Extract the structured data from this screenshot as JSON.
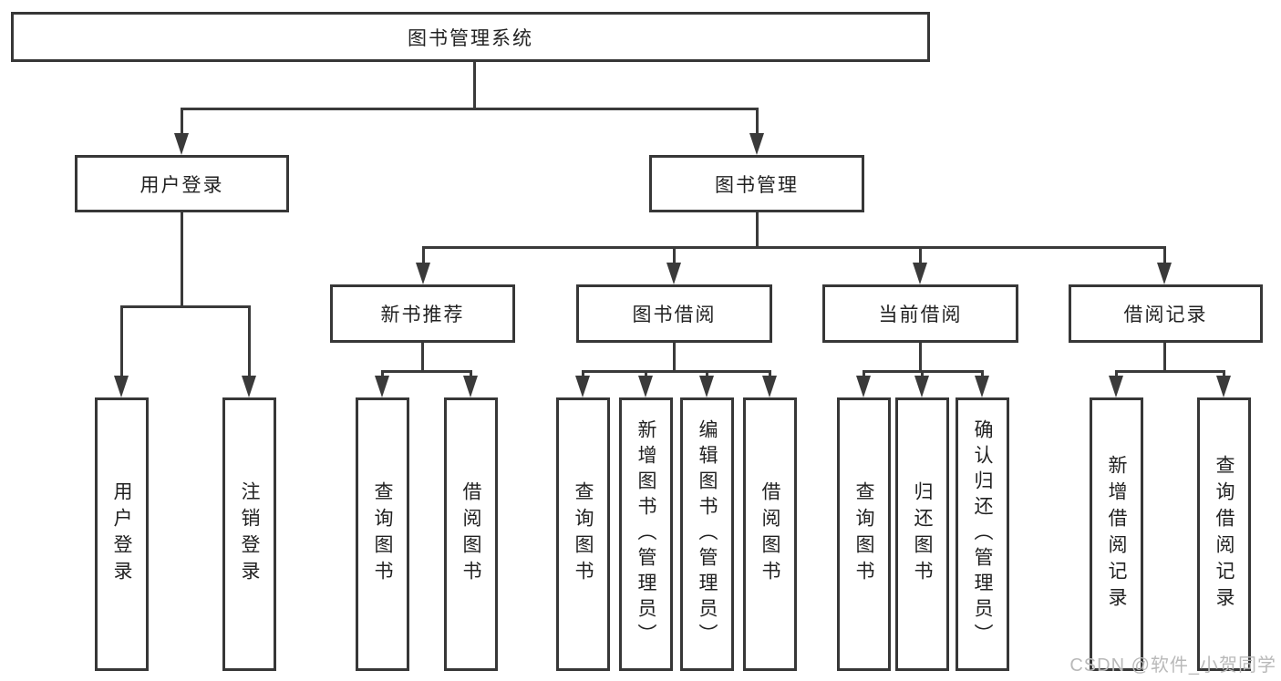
{
  "diagram": {
    "title": "图书管理系统",
    "branches": {
      "user_login": {
        "label": "用户登录",
        "children": [
          "用户登录",
          "注销登录"
        ]
      },
      "book_mgmt": {
        "label": "图书管理",
        "sections": [
          {
            "label": "新书推荐",
            "children": [
              "查询图书",
              "借阅图书"
            ]
          },
          {
            "label": "图书借阅",
            "children": [
              "查询图书",
              "新增图书（管理员）",
              "编辑图书（管理员）",
              "借阅图书"
            ]
          },
          {
            "label": "当前借阅",
            "children": [
              "查询图书",
              "归还图书",
              "确认归还（管理员）"
            ]
          },
          {
            "label": "借阅记录",
            "children": [
              "新增借阅记录",
              "查询借阅记录"
            ]
          }
        ]
      }
    }
  },
  "watermark": "CSDN @软件_小贺同学",
  "colors": {
    "line": "#3a3a3a",
    "border": "#373737",
    "text": "#222222",
    "watermark": "#b9b9b9",
    "background": "#ffffff"
  }
}
